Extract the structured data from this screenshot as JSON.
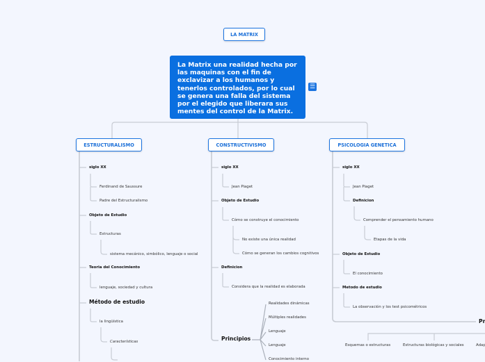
{
  "title": "LA MATRIX",
  "central": {
    "text": "La Matrix una realidad hecha por las maquinas con el fin de exclavizar a los humanos  y tenerlos controlados, por lo cual se genera una falla del sistema por el elegido que liberara sus mentes del control de la Matrix.",
    "icon": "notes-icon"
  },
  "branches": [
    {
      "label": "ESTRUCTURALISMO",
      "items": [
        "siglo XX",
        "Ferdinand de Saussure",
        "Padre del Estructuralismo",
        "Objeto de Estudio",
        "Estructuras",
        "sistema mecánico, simbólico, lenguaje o social",
        "Teoria del Conocimiento",
        "lenguaje, sociedad y cultura",
        "Método de estudio",
        "la lingüística",
        "Características"
      ]
    },
    {
      "label": "CONSTRUCTIVISMO",
      "items": [
        "siglo XX",
        "Jean Piaget",
        "Objeto de Estudio",
        "Cómo se construye el conocimiento",
        "No existe una única realidad",
        "Cómo se generan los cambios cognitivos",
        "Definicion",
        "Considera que la realidad es elaborada",
        "Principios"
      ],
      "principios": [
        "Realidades dinámicas",
        "Múltiples realidades",
        "Lenguaje",
        "Lenguaje",
        "Conocimiento interno"
      ]
    },
    {
      "label": "PSICOLOGIA GENETICA",
      "items": [
        "siglo XX",
        "Jean Piaget",
        "Definicion",
        "Comprender el pensamiento humano",
        "Etapas de la vida",
        "Objeto de Estudio",
        "El conocimiento",
        "Metodo de estudio",
        "La observación y los test psicométricos",
        "Pr"
      ],
      "bottom": [
        "Esquemas o estructuras",
        "Estructuras biológicas y sociales",
        "Adap"
      ]
    }
  ],
  "colors": {
    "accent": "#0a6fe0",
    "background": "#f3f6fe",
    "line": "#c8ccd4"
  }
}
